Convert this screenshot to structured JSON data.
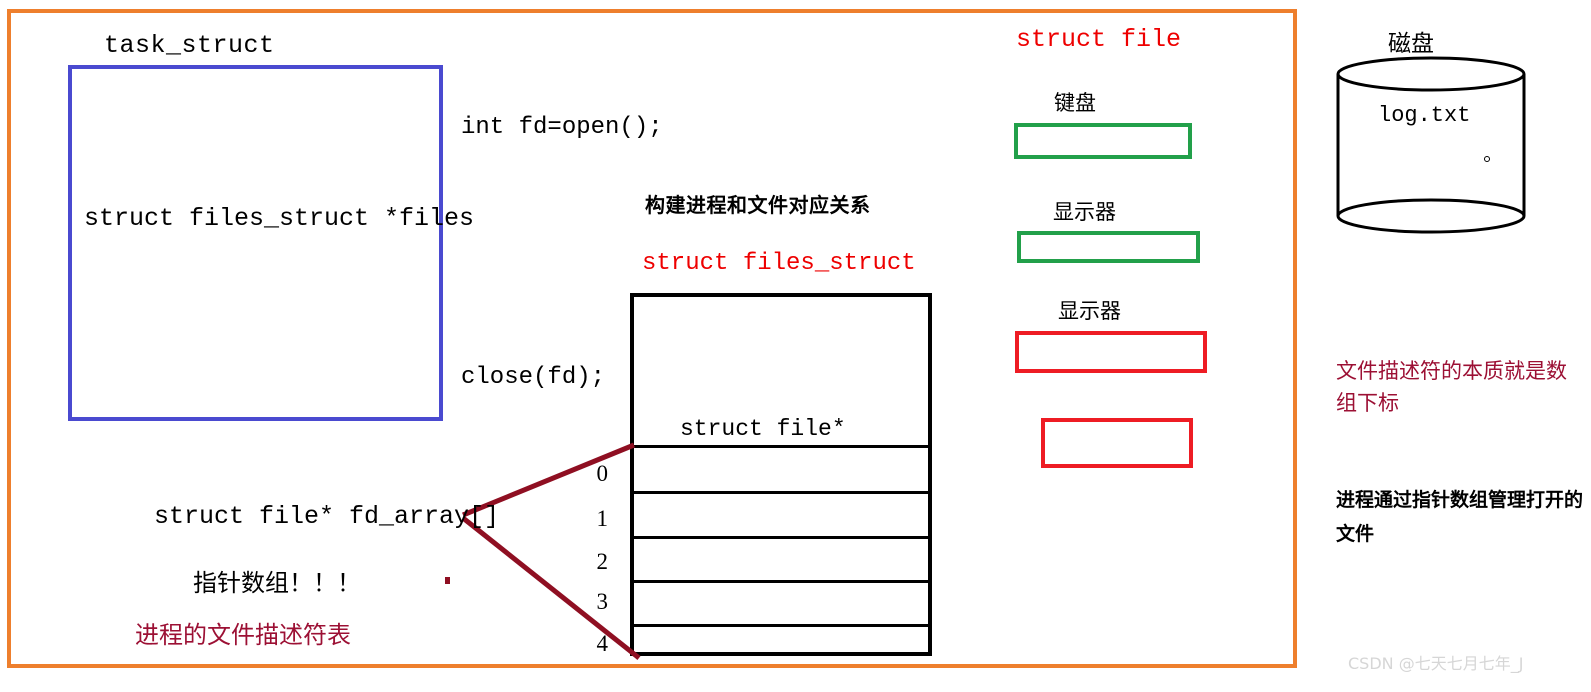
{
  "frame": {
    "border_color": "#ee7f2d"
  },
  "left": {
    "task_struct_title": "task_struct",
    "task_struct_box_color": "#4a4ad0",
    "files_struct_member": "struct files_struct *files",
    "fd_array_member": "struct file* fd_array[]",
    "pointer_array_note": "指针数组！！！",
    "fd_table_note": "进程的文件描述符表"
  },
  "middle": {
    "open_call": "int fd=open();",
    "close_call": "close(fd);",
    "relation_note": "构建进程和文件对应关系",
    "files_struct_title": "struct files_struct",
    "files_struct_title_color": "#ee0000",
    "table_header": "struct file*",
    "indices": [
      "0",
      "1",
      "2",
      "3",
      "4"
    ]
  },
  "struct_file_column": {
    "title": "struct file",
    "title_color": "#ee0000",
    "nodes": [
      {
        "label": "键盘",
        "color": "#22a04a"
      },
      {
        "label": "显示器",
        "color": "#22a04a"
      },
      {
        "label": "显示器",
        "color": "#ee1c24"
      },
      {
        "label": "",
        "color": "#ee1c24"
      }
    ]
  },
  "disk": {
    "title": "磁盘",
    "file_name": "log.txt"
  },
  "right_notes": {
    "fd_essence": "文件描述符的本质就是数组下标",
    "fd_essence_color": "#9c1034",
    "process_manage": "进程通过指针数组管理打开的文件"
  },
  "watermark": {
    "text": "CSDN @七天七月七年_J"
  }
}
